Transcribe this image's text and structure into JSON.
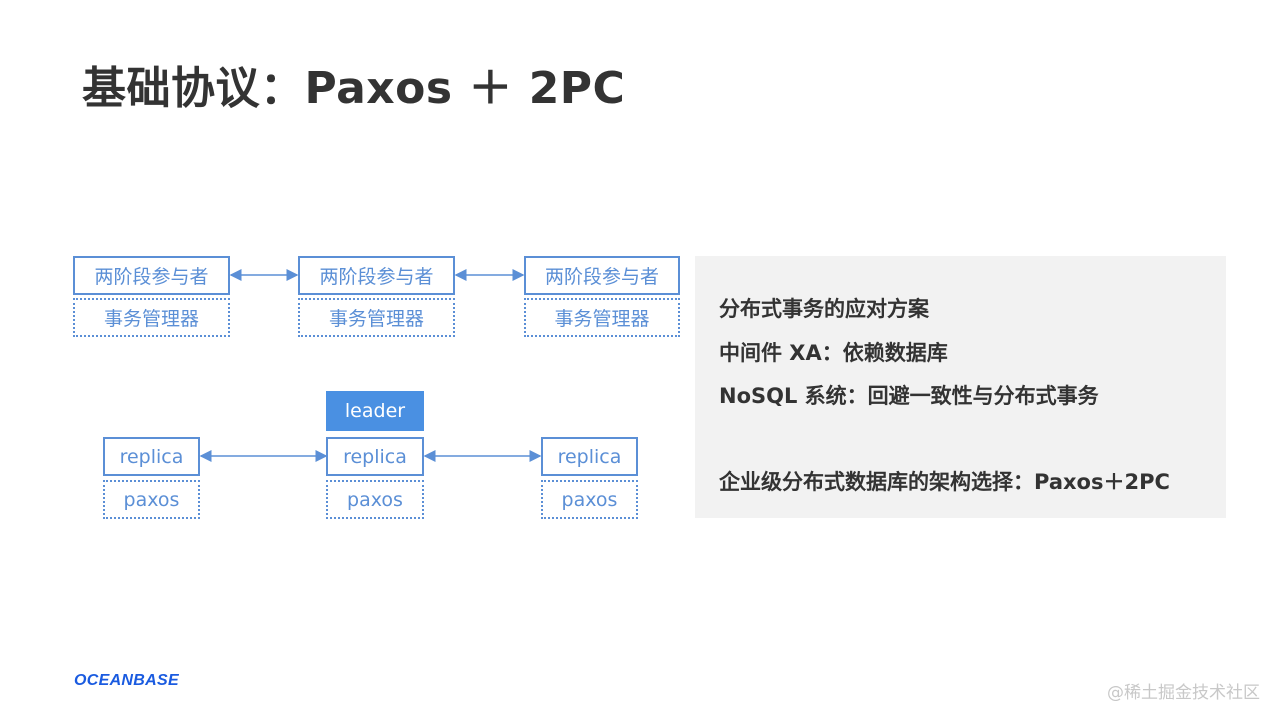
{
  "title": "基础协议：Paxos ＋ 2PC",
  "participants": [
    {
      "top": "两阶段参与者",
      "bottom": "事务管理器"
    },
    {
      "top": "两阶段参与者",
      "bottom": "事务管理器"
    },
    {
      "top": "两阶段参与者",
      "bottom": "事务管理器"
    }
  ],
  "leader_label": "leader",
  "replicas": [
    {
      "top": "replica",
      "bottom": "paxos"
    },
    {
      "top": "replica",
      "bottom": "paxos"
    },
    {
      "top": "replica",
      "bottom": "paxos"
    }
  ],
  "panel": {
    "line1": "分布式事务的应对方案",
    "line2": "中间件 XA：依赖数据库",
    "line3": "NoSQL 系统：回避一致性与分布式事务",
    "line4": "企业级分布式数据库的架构选择：Paxos＋2PC"
  },
  "logo_text": "OCEANBASE",
  "watermark": "@稀土掘金技术社区",
  "colors": {
    "accent": "#5b8fd6",
    "leader": "#4a90e2",
    "logo": "#1a5be0",
    "panel_bg": "#f2f2f2"
  }
}
